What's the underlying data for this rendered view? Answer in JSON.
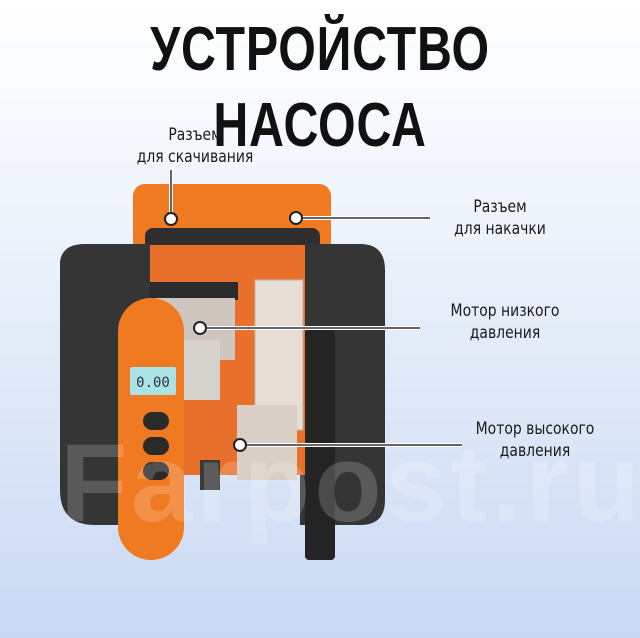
{
  "title": "УСТРОЙСТВО НАСОСА",
  "labels": {
    "deflate_port": {
      "line1": "Разъем",
      "line2": "для скачивания"
    },
    "inflate_port": {
      "line1": "Разъем",
      "line2": "для накачки"
    },
    "low_pressure_motor": {
      "line1": "Мотор низкого",
      "line2": "давления"
    },
    "high_pressure_motor": {
      "line1": "Мотор высокого",
      "line2": "давления"
    }
  },
  "display_value": "0.00",
  "watermark": "Farpost.ru",
  "colors": {
    "orange": "#f07a22",
    "black": "#2a2a2a",
    "silver": "#c9c3bd",
    "screen": "#a9e3e8"
  }
}
